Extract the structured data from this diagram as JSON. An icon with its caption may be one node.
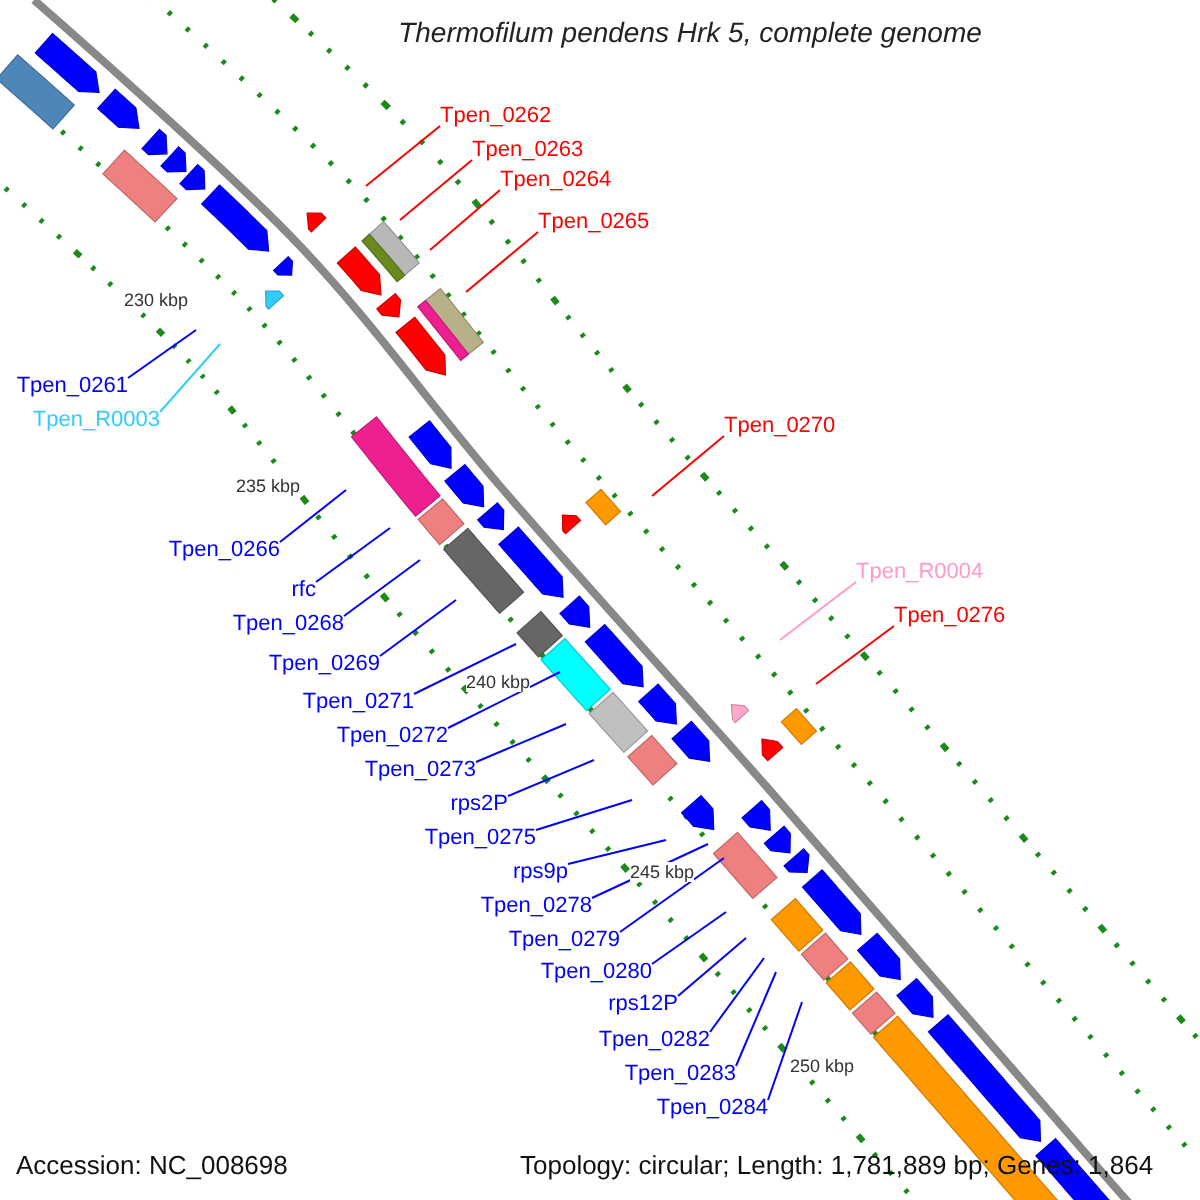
{
  "diagram": {
    "title": "Thermofilum pendens Hrk 5, complete genome",
    "nodes": [
      {
        "text": [
          "Tpen_0262"
        ]
      },
      {
        "text": [
          "Tpen_0263"
        ]
      },
      {
        "text": [
          "Tpen_0264"
        ]
      },
      {
        "text": [
          "Tpen_0265"
        ]
      },
      {
        "text": [
          "Tpen_0261"
        ]
      },
      {
        "text": [
          "Tpen_R0003"
        ]
      },
      {
        "text": [
          "Tpen_0270"
        ]
      },
      {
        "text": [
          "Tpen_0266"
        ]
      },
      {
        "text": [
          "rfc"
        ]
      },
      {
        "text": [
          "Tpen_0268"
        ]
      },
      {
        "text": [
          "Tpen_R0004"
        ]
      },
      {
        "text": [
          "Tpen_0276"
        ]
      },
      {
        "text": [
          "Tpen_0269"
        ]
      },
      {
        "text": [
          "Tpen_0271"
        ]
      },
      {
        "text": [
          "Tpen_0272"
        ]
      },
      {
        "text": [
          "Tpen_0273"
        ]
      },
      {
        "text": [
          "rps2P"
        ]
      },
      {
        "text": [
          "Tpen_0275"
        ]
      },
      {
        "text": [
          "rps9p"
        ]
      },
      {
        "text": [
          "Tpen_0278"
        ]
      },
      {
        "text": [
          "Tpen_0279"
        ]
      },
      {
        "text": [
          "Tpen_0280"
        ]
      },
      {
        "text": [
          "rps12P"
        ]
      },
      {
        "text": [
          "Tpen_0282"
        ]
      },
      {
        "text": [
          "Tpen_0283"
        ]
      },
      {
        "text": [
          "Tpen_0284"
        ]
      }
    ],
    "edges": [
      {
        "from": 0,
        "to": null,
        "arrow": "none",
        "color": "#ff0000"
      },
      {
        "from": 1,
        "to": null,
        "arrow": "none",
        "color": "#ff0000"
      },
      {
        "from": 2,
        "to": null,
        "arrow": "none",
        "color": "#ff0000"
      },
      {
        "from": 3,
        "to": null,
        "arrow": "none",
        "color": "#ff0000"
      },
      {
        "from": 4,
        "to": null,
        "arrow": "none"
      },
      {
        "from": 5,
        "to": null,
        "arrow": "none",
        "color": "#33ccff"
      },
      {
        "from": 6,
        "to": null,
        "arrow": "none",
        "color": "#ff0000"
      },
      {
        "from": 7,
        "to": null,
        "arrow": "none"
      },
      {
        "from": 8,
        "to": null,
        "arrow": "none"
      },
      {
        "from": 9,
        "to": null,
        "arrow": "none"
      },
      {
        "from": 10,
        "to": null,
        "arrow": "none",
        "color": "#ff99cc"
      },
      {
        "from": 11,
        "to": null,
        "arrow": "none",
        "color": "#ff0000"
      },
      {
        "from": 12,
        "to": null,
        "arrow": "none"
      },
      {
        "from": 13,
        "to": null,
        "arrow": "none"
      },
      {
        "from": 14,
        "to": null,
        "arrow": "none"
      },
      {
        "from": 15,
        "to": null,
        "arrow": "none"
      },
      {
        "from": 16,
        "to": null,
        "arrow": "none"
      },
      {
        "from": 17,
        "to": null,
        "arrow": "none"
      },
      {
        "from": 18,
        "to": null,
        "arrow": "none"
      },
      {
        "from": 19,
        "to": null,
        "arrow": "none"
      },
      {
        "from": 20,
        "to": null,
        "arrow": "none"
      },
      {
        "from": 21,
        "to": null,
        "arrow": "none"
      },
      {
        "from": 22,
        "to": null,
        "arrow": "none"
      },
      {
        "from": 23,
        "to": null,
        "arrow": "none"
      },
      {
        "from": 24,
        "to": null,
        "arrow": "none"
      },
      {
        "from": 25,
        "to": null,
        "arrow": "none"
      }
    ],
    "labels": [
      "230 kbp",
      "235 kbp",
      "240 kbp",
      "245 kbp",
      "250 kbp",
      "Accession: NC_008698",
      "Topology: circular; Length: 1,781,889 bp; Genes: 1,864"
    ]
  }
}
